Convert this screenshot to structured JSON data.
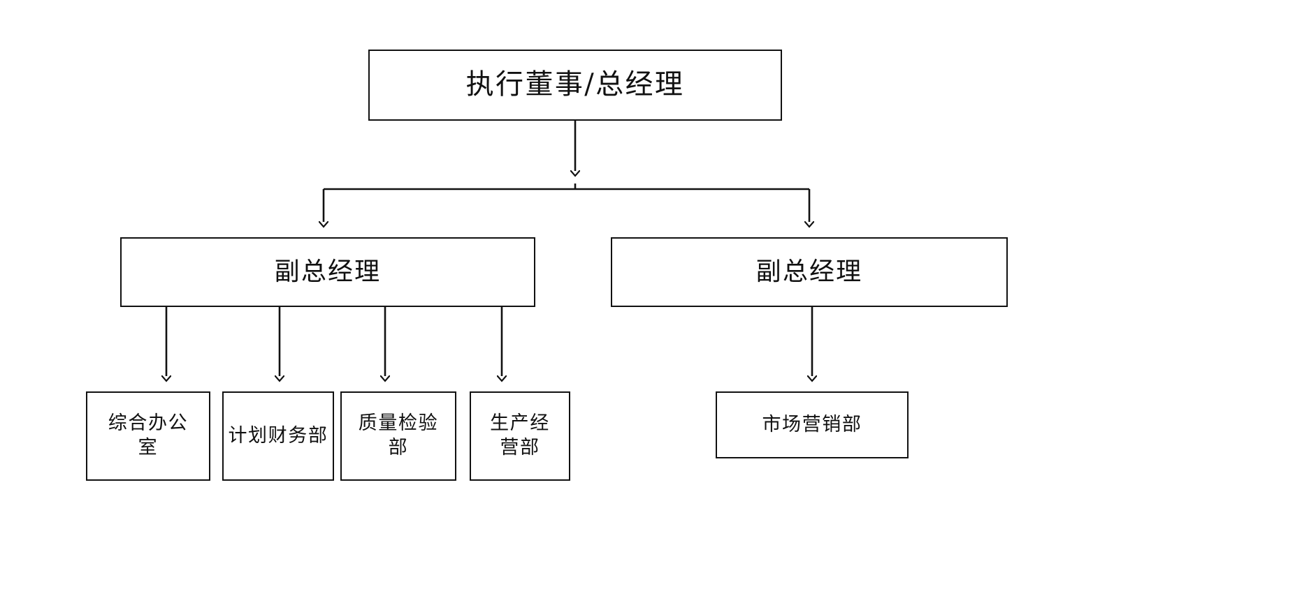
{
  "chart_data": {
    "type": "diagram",
    "diagram_kind": "organizational-chart",
    "title": "",
    "orientation": "top-down",
    "edge_style": "orthogonal-with-arrowheads",
    "stroke_color": "#111111",
    "fill_color": "#ffffff",
    "background_color": "#ffffff",
    "levels": [
      {
        "level": 1,
        "nodes": [
          {
            "id": "executive-director",
            "label": "执行董事/总经理"
          }
        ]
      },
      {
        "level": 2,
        "nodes": [
          {
            "id": "deputy-gm-left",
            "label": "副总经理"
          },
          {
            "id": "deputy-gm-right",
            "label": "副总经理"
          }
        ]
      },
      {
        "level": 3,
        "nodes": [
          {
            "id": "general-office",
            "label": "综合办公室"
          },
          {
            "id": "planning-finance",
            "label": "计划财务部"
          },
          {
            "id": "quality-inspection",
            "label": "质量检验部"
          },
          {
            "id": "production-operations",
            "label": "生产经营部"
          },
          {
            "id": "marketing",
            "label": "市场营销部"
          }
        ]
      }
    ],
    "edges": [
      {
        "from": "executive-director",
        "to": "deputy-gm-left"
      },
      {
        "from": "executive-director",
        "to": "deputy-gm-right"
      },
      {
        "from": "deputy-gm-left",
        "to": "general-office"
      },
      {
        "from": "deputy-gm-left",
        "to": "planning-finance"
      },
      {
        "from": "deputy-gm-left",
        "to": "quality-inspection"
      },
      {
        "from": "deputy-gm-left",
        "to": "production-operations"
      },
      {
        "from": "deputy-gm-right",
        "to": "marketing"
      }
    ]
  },
  "nodes": {
    "executive_director": {
      "label": "执行董事/总经理"
    },
    "deputy_gm_left": {
      "label": "副总经理"
    },
    "deputy_gm_right": {
      "label": "副总经理"
    },
    "general_office": {
      "label": "综合办公\n室"
    },
    "planning_finance": {
      "label": "计划财务部"
    },
    "quality_inspection": {
      "label": "质量检验\n部"
    },
    "production_operations": {
      "label": "生产经\n营部"
    },
    "marketing": {
      "label": "市场营销部"
    }
  }
}
